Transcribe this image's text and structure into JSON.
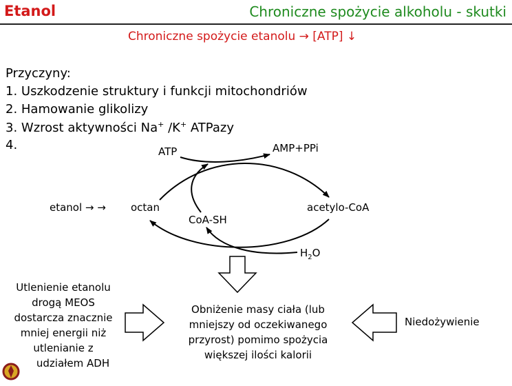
{
  "header": {
    "title": "Etanol",
    "topic": "Chroniczne spożycie alkoholu - skutki"
  },
  "subtitle": "Chroniczne spożycie etanolu  → [ATP] ↓",
  "causes": {
    "heading": "Przyczyny:",
    "items": [
      "1.  Uszkodzenie struktury i funkcji mitochondriów",
      "2.  Hamowanie glikolizy",
      "3.  Wzrost aktywności Na",
      "4."
    ],
    "item3_sup1": "+",
    "item3_mid": " /K",
    "item3_sup2": "+",
    "item3_end": " ATPazy"
  },
  "diagram": {
    "atp": "ATP",
    "amp": "AMP+PPi",
    "ethanol": "etanol → →",
    "octan": "octan",
    "acetyl": "acetylo-CoA",
    "coash": "CoA-SH",
    "water_h": "H",
    "water_sub": "2",
    "water_o": "O"
  },
  "left_box": [
    "Utlenienie etanolu",
    "drogą MEOS",
    "dostarcza znacznie",
    "mniej energii niż",
    "utlenianie z",
    "udziałem ADH"
  ],
  "center_box": [
    "Obniżenie masy ciała (lub",
    "mniejszy od oczekiwanego",
    "przyrost) pomimo spożycia",
    "większej ilości kalorii"
  ],
  "right_box": "Niedożywienie",
  "colors": {
    "title": "#d31a1a",
    "topic": "#1e8a1e"
  },
  "icons": {
    "logo": "university-seal-icon"
  }
}
